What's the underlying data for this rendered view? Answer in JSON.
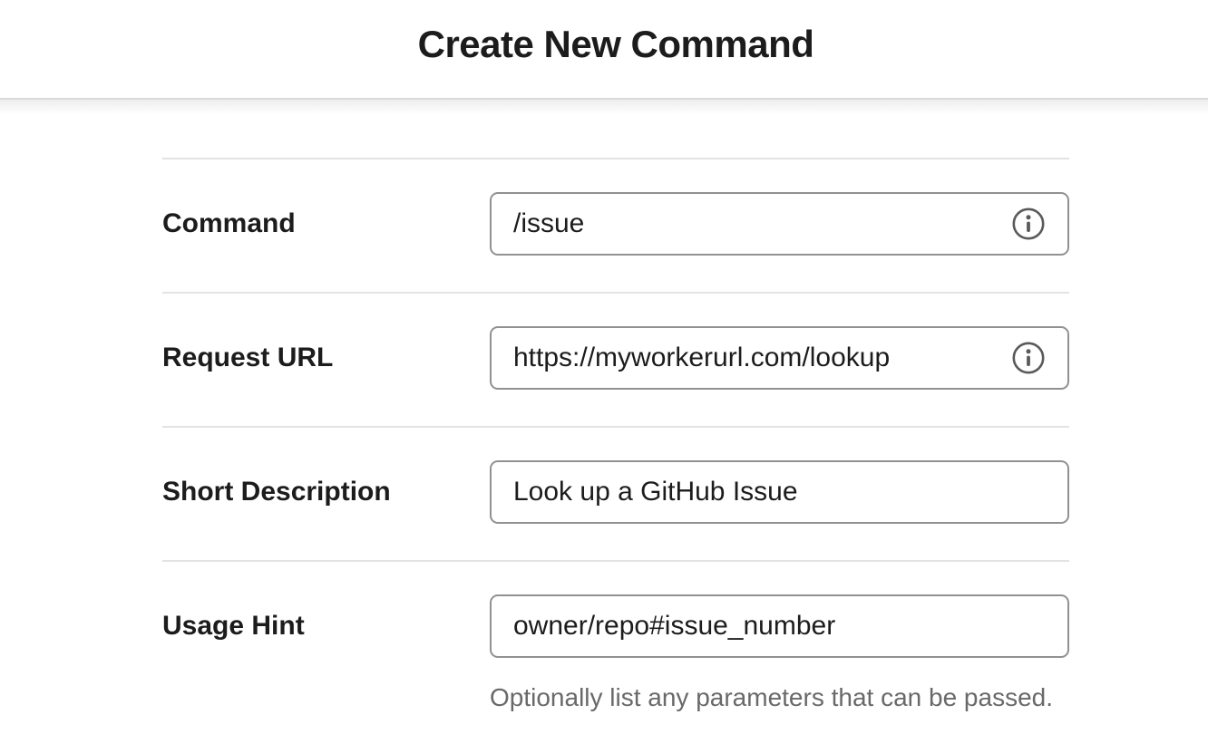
{
  "header": {
    "title": "Create New Command"
  },
  "form": {
    "rows": [
      {
        "label": "Command",
        "value": "/issue",
        "info_icon": "info-circle"
      },
      {
        "label": "Request URL",
        "value": "https://myworkerurl.com/lookup",
        "info_icon": "info-circle"
      },
      {
        "label": "Short Description",
        "value": "Look up a GitHub Issue",
        "info_icon": null
      },
      {
        "label": "Usage Hint",
        "value": "owner/repo#issue_number",
        "info_icon": null
      }
    ],
    "usage_hint_help": "Optionally list any parameters that can be passed."
  },
  "colors": {
    "text_dark": "#1d1c1d",
    "text_gray": "#696969",
    "input_border": "#919193",
    "divider": "#e3e3e3",
    "header_border": "#dadada",
    "icon_gray": "#5a5a5a",
    "background": "#ffffff"
  }
}
